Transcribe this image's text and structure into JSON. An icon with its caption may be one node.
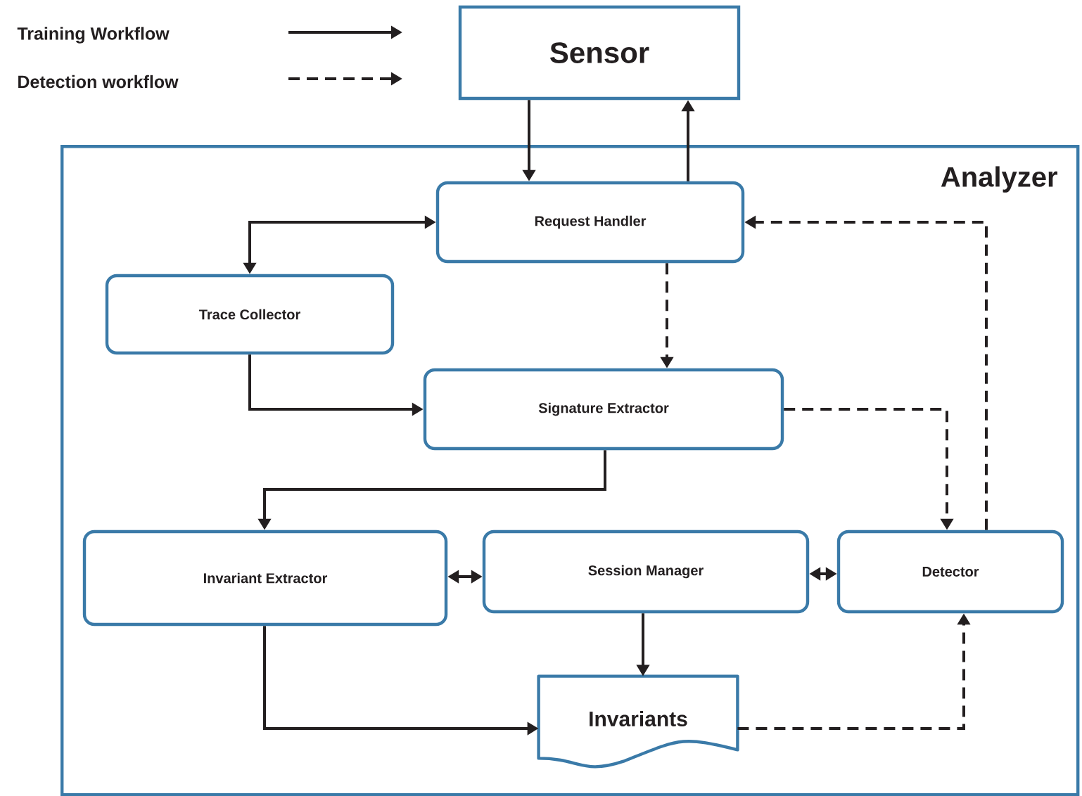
{
  "diagram": {
    "nodes": [
      {
        "text": [
          "Sensor"
        ]
      },
      {
        "text": [
          "Analyzer"
        ]
      },
      {
        "text": [
          "Request Handler"
        ],
        "in": 1
      },
      {
        "text": [
          "Trace Collector"
        ],
        "in": 1
      },
      {
        "text": [
          "Signature Extractor"
        ],
        "in": 1
      },
      {
        "text": [
          "Invariant Extractor"
        ],
        "in": 1
      },
      {
        "text": [
          "Session Manager"
        ],
        "in": 1
      },
      {
        "text": [
          "Detector"
        ],
        "in": 1
      },
      {
        "text": [
          "Invariants"
        ],
        "in": 1
      }
    ],
    "edges": [
      {
        "from": 0,
        "to": 2,
        "arrow": "to"
      },
      {
        "from": 2,
        "to": 0,
        "arrow": "to"
      },
      {
        "from": 2,
        "to": 3,
        "arrow": "both"
      },
      {
        "from": 3,
        "to": 4,
        "arrow": "to"
      },
      {
        "from": 2,
        "to": 4,
        "arrow": "to",
        "style": "dashed"
      },
      {
        "from": 4,
        "to": 7,
        "arrow": "to",
        "style": "dashed"
      },
      {
        "from": 7,
        "to": 2,
        "arrow": "to",
        "style": "dashed"
      },
      {
        "from": 4,
        "to": 5,
        "arrow": "to"
      },
      {
        "from": 5,
        "to": 6,
        "arrow": "both"
      },
      {
        "from": 6,
        "to": 7,
        "arrow": "both",
        "style": "dashed"
      },
      {
        "from": 6,
        "to": 8,
        "arrow": "to"
      },
      {
        "from": 5,
        "to": 8,
        "arrow": "to"
      },
      {
        "from": 8,
        "to": 7,
        "arrow": "to",
        "style": "dashed"
      }
    ],
    "legend": [
      {
        "text": "Training Workflow"
      },
      {
        "text": "Detection workflow"
      }
    ]
  }
}
